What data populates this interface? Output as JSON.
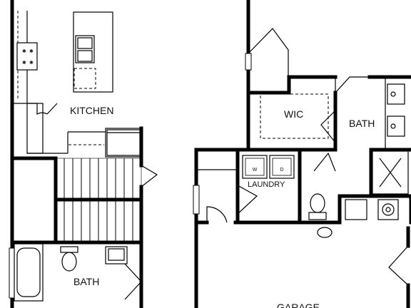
{
  "floor_plan": {
    "rooms": {
      "kitchen": "KITCHEN",
      "wic": "WIC",
      "bath_upper": "BATH",
      "laundry": "LAUNDRY",
      "bath_lower": "BATH",
      "garage": "GARAGE"
    },
    "appliances": {
      "washer_mark": "W",
      "dryer_mark": "D"
    }
  }
}
